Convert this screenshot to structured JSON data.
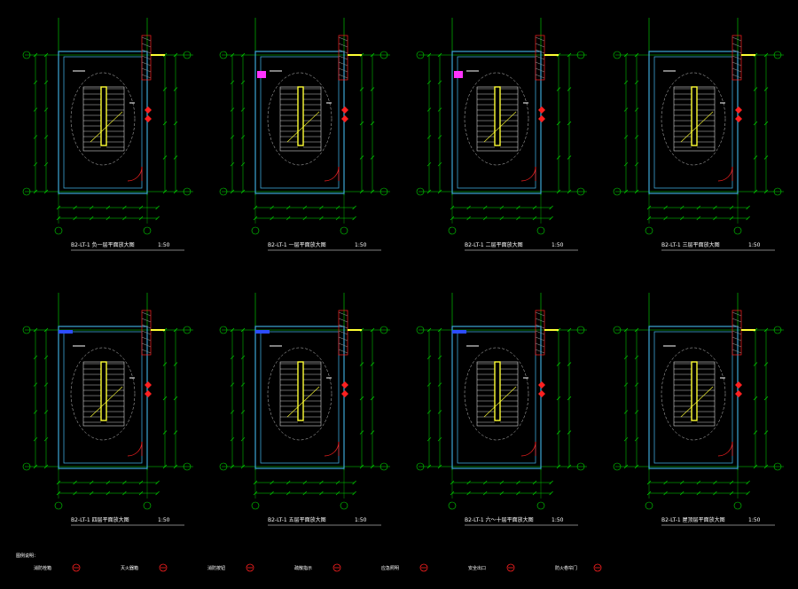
{
  "drawing": {
    "background": "#000000",
    "colors": {
      "wall": "#3da6d6",
      "dim": "#00e000",
      "stair": "#ffffff",
      "handrail": "#ffff33",
      "hatch": "#8a8a8a",
      "door": "#ff2020",
      "accent_magenta": "#ff33ff",
      "text": "#ffffff",
      "window_blue": "#2c4cff"
    },
    "plans": [
      {
        "title": "B2-LT-1  负一层平面放大图",
        "scale": "1:50"
      },
      {
        "title": "B2-LT-1  一层平面放大图",
        "scale": "1:50"
      },
      {
        "title": "B2-LT-1  二层平面放大图",
        "scale": "1:50"
      },
      {
        "title": "B2-LT-1  三层平面放大图",
        "scale": "1:50"
      },
      {
        "title": "B2-LT-1  四层平面放大图",
        "scale": "1:50"
      },
      {
        "title": "B2-LT-1  五层平面放大图",
        "scale": "1:50"
      },
      {
        "title": "B2-LT-1  六～十层平面放大图",
        "scale": "1:50"
      },
      {
        "title": "B2-LT-1  屋顶层平面放大图",
        "scale": "1:50"
      }
    ],
    "legend": {
      "heading": "图例说明：",
      "items": [
        "消防栓箱",
        "灭火器箱",
        "消防按钮",
        "疏散指示",
        "应急照明",
        "安全出口",
        "防火卷帘门"
      ]
    }
  }
}
